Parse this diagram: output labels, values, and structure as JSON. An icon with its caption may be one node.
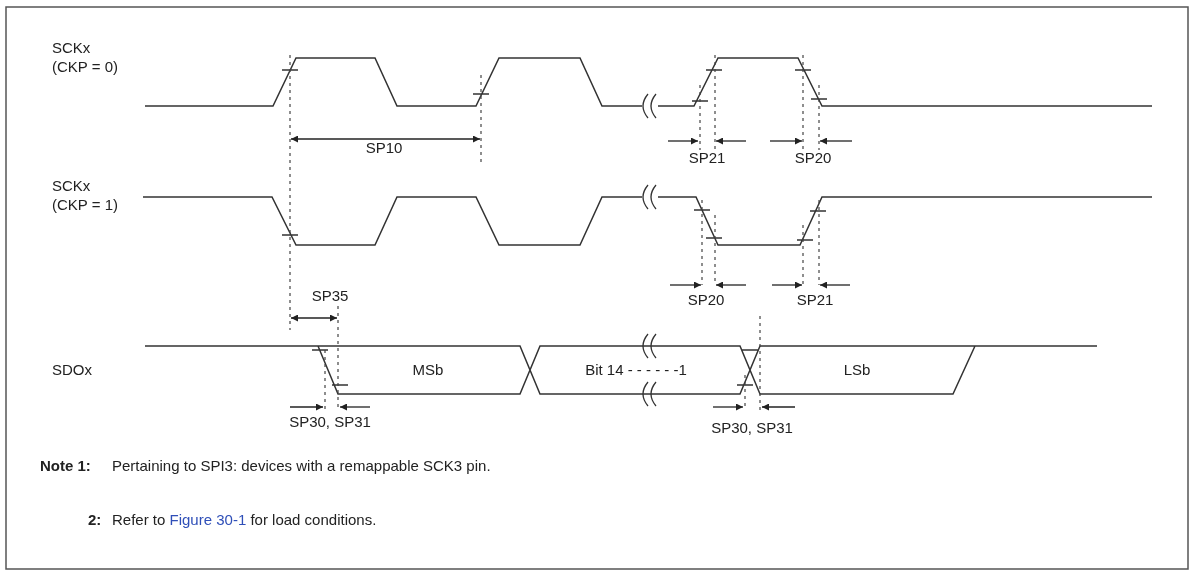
{
  "diagram": {
    "labels": [
      "SCKx (CKP = 0)",
      "SP10",
      "SP21",
      "SP20",
      "SCKx (CKP = 1)",
      "SP20",
      "SP21",
      "SP35",
      "SDOx",
      "MSb",
      "Bit 14 - - - - - -1",
      "LSb",
      "SP30, SP31",
      "SP30, SP31",
      "Note 1:",
      "Pertaining to SPI3: devices with a remappable SCK3 pin.",
      "2:",
      "Refer to",
      "Figure 30-1",
      "for load conditions."
    ]
  }
}
